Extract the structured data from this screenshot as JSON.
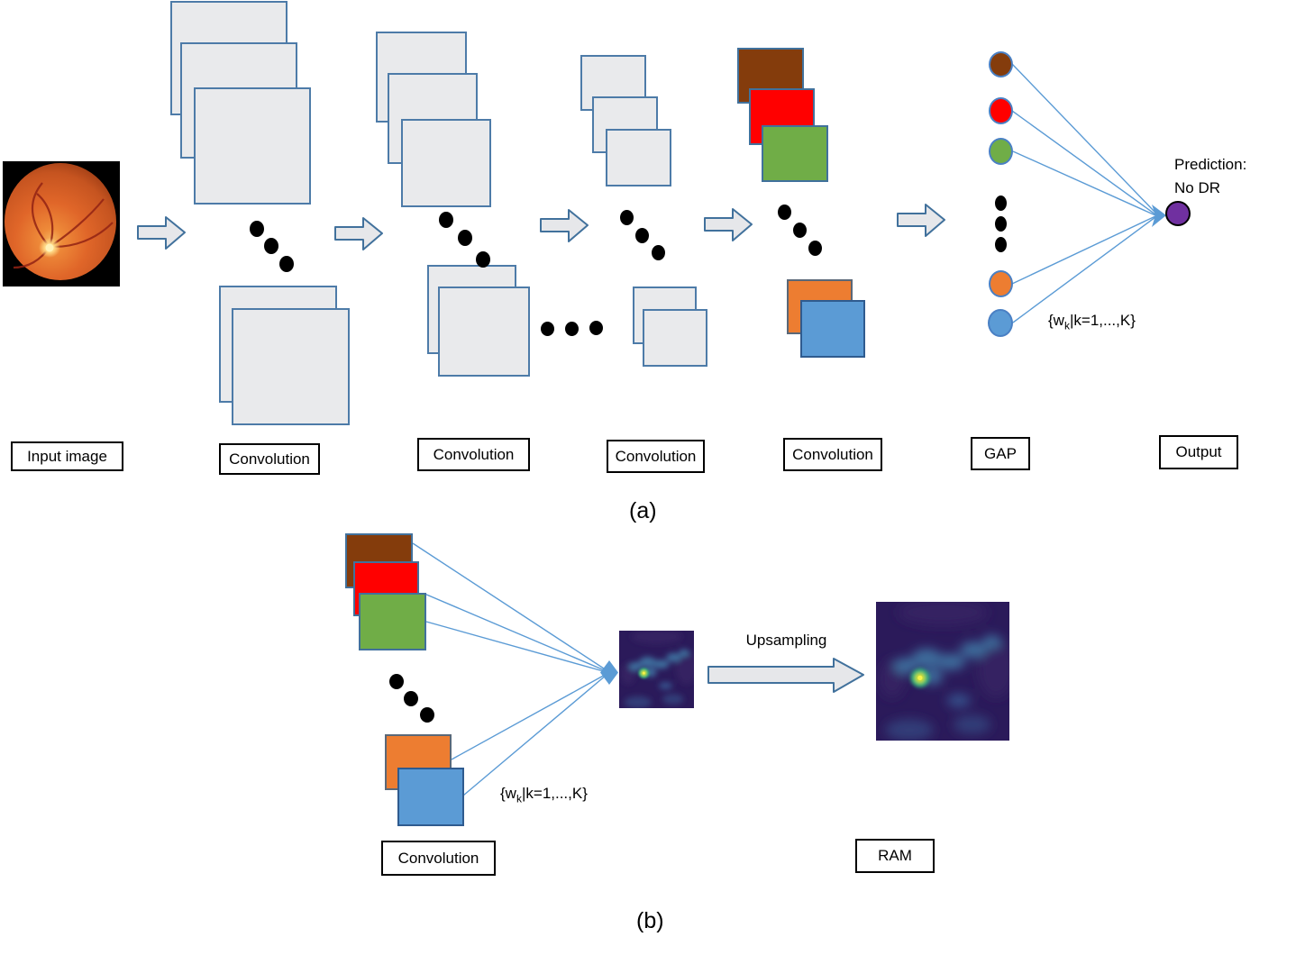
{
  "panel_a": {
    "caption": "(a)",
    "input_label": "Input image",
    "conv_labels": [
      "Convolution",
      "Convolution",
      "Convolution",
      "Convolution"
    ],
    "gap_label": "GAP",
    "output_label": "Output",
    "prediction": {
      "line1": "Prediction:",
      "line2": "No DR"
    },
    "weights": {
      "prefix": "{w",
      "sub": "k",
      "suffix": "|k=1,...,K}"
    }
  },
  "panel_b": {
    "caption": "(b)",
    "conv_label": "Convolution",
    "ram_label": "RAM",
    "upsampling_label": "Upsampling",
    "weights": {
      "prefix": "{w",
      "sub": "k",
      "suffix": "|k=1,...,K}"
    }
  },
  "images": {
    "input": "retinal-fundus-photograph",
    "small_map": "regression-activation-map",
    "large_map": "upsampled-regression-activation-map"
  },
  "icons": {
    "flow_arrow": "right-block-arrow",
    "ellipsis": "three-dots",
    "convergence": "right-arrowhead",
    "weighted_sum": "diamond"
  },
  "colors": {
    "feature_map_fill": "#e9eaec",
    "feature_map_border": "#4d7ba8",
    "brown": "#843C0C",
    "red": "#FF0000",
    "green": "#70AD47",
    "orange": "#ED7D31",
    "blue": "#5B9BD5",
    "purple": "#7030A0",
    "connection_line": "#5B9BD5",
    "heatmap_background": "#2b1a5a",
    "heatmap_blob": "#3c6d9c",
    "heatmap_hotspot": "#d8e219"
  }
}
